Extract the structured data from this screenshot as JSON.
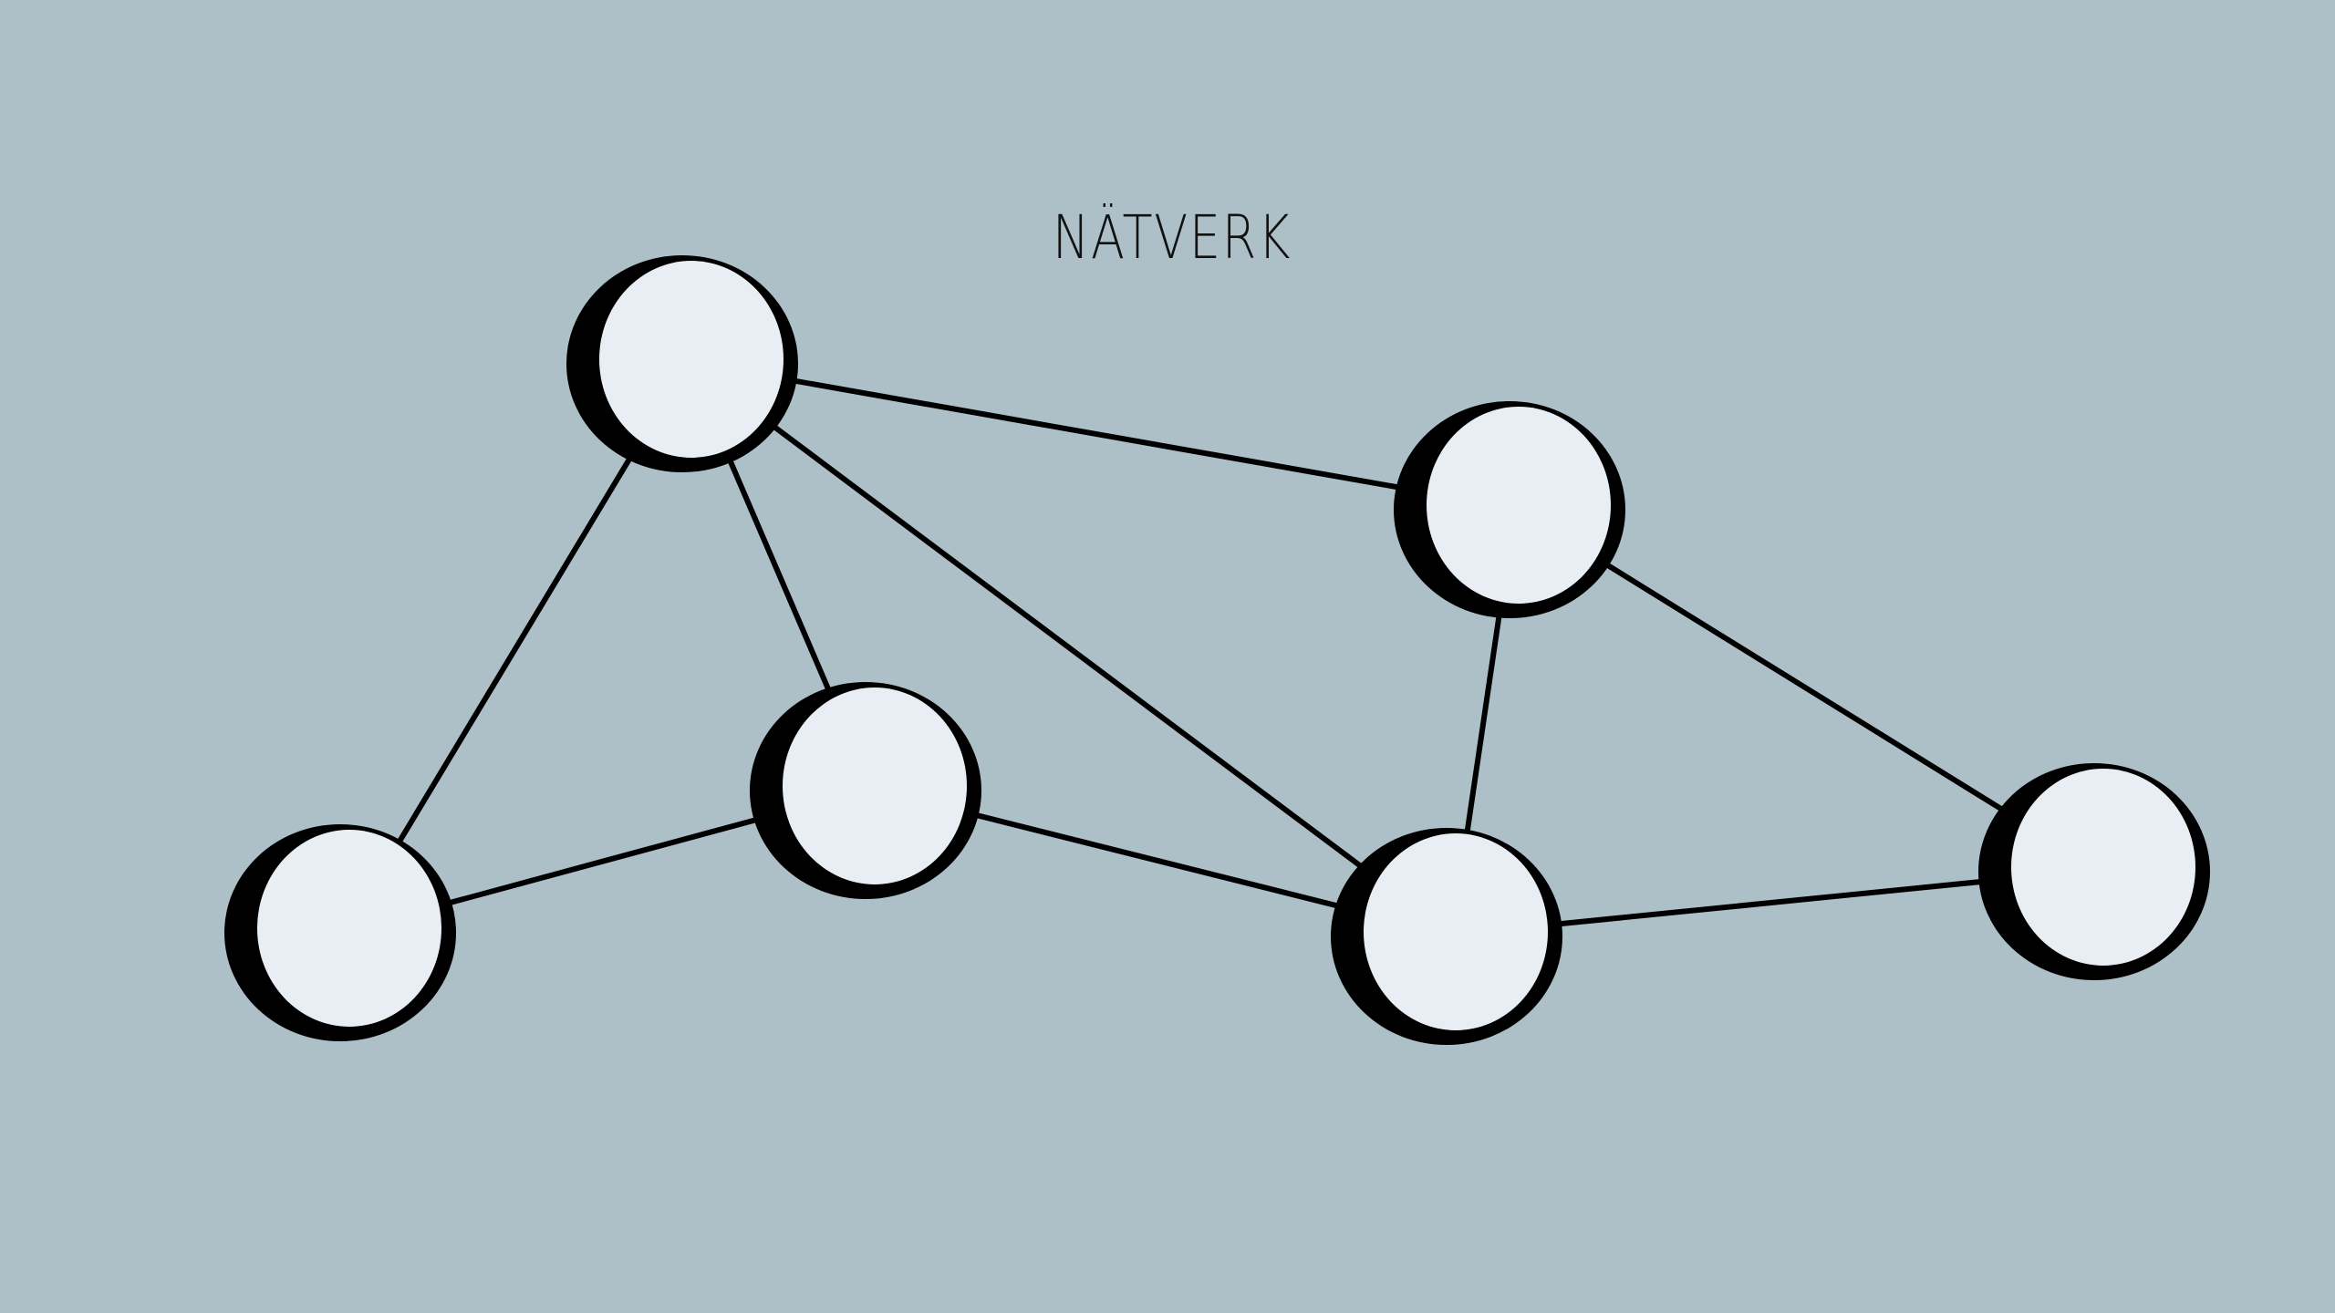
{
  "title": "NÄTVERK",
  "colors": {
    "background": "#adc0c8",
    "node_fill": "#e8eef4",
    "stroke": "#000000"
  },
  "nodes": [
    "n1",
    "n2",
    "n3",
    "n4",
    "n5",
    "n6"
  ],
  "edges": [
    [
      "n1",
      "n2"
    ],
    [
      "n1",
      "n3"
    ],
    [
      "n1",
      "n4"
    ],
    [
      "n1",
      "n5"
    ],
    [
      "n2",
      "n5"
    ],
    [
      "n2",
      "n6"
    ],
    [
      "n3",
      "n4"
    ],
    [
      "n3",
      "n5"
    ],
    [
      "n5",
      "n6"
    ]
  ]
}
